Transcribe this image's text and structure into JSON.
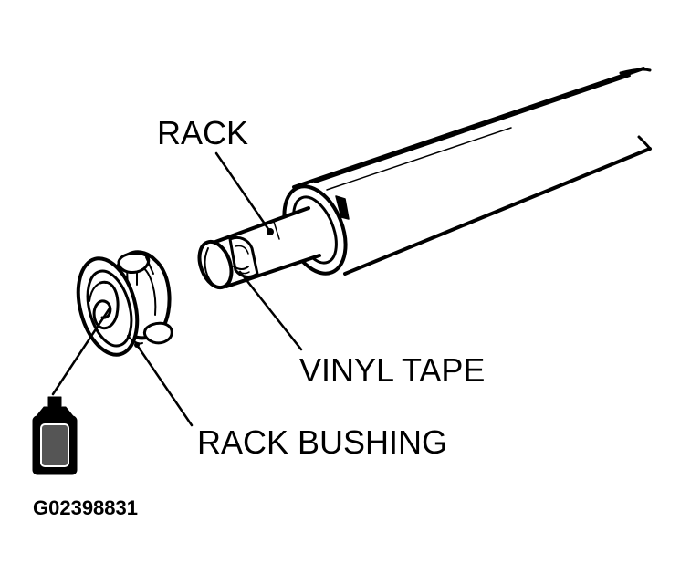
{
  "labels": {
    "rack": "RACK",
    "vinyl_tape": "VINYL TAPE",
    "rack_bushing": "RACK BUSHING"
  },
  "figure_id": "G02398831",
  "colors": {
    "ink": "#000000",
    "paper": "#ffffff"
  }
}
